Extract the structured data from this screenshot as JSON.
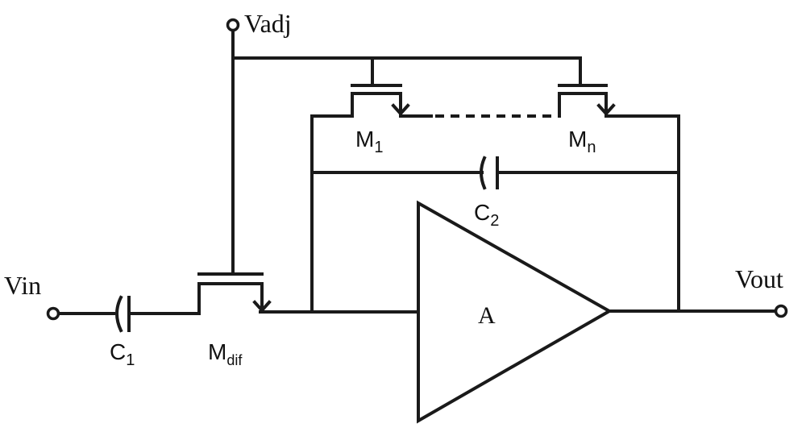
{
  "labels": {
    "vadj": "Vadj",
    "vin": "Vin",
    "vout": "Vout",
    "amp": "A",
    "c1": {
      "main": "C",
      "sub": "1"
    },
    "c2": {
      "main": "C",
      "sub": "2"
    },
    "m1": {
      "main": "M",
      "sub": "1"
    },
    "mn": {
      "main": "M",
      "sub": "n"
    },
    "mdif": {
      "main": "M",
      "sub": "dif"
    }
  }
}
